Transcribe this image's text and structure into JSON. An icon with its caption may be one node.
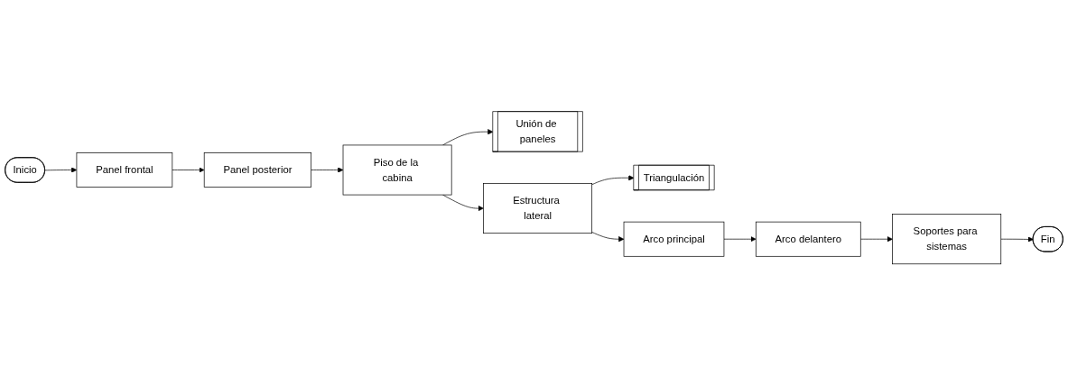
{
  "diagram": {
    "nodes": [
      {
        "text": [
          "Inicio"
        ]
      },
      {
        "text": [
          "Panel frontal"
        ]
      },
      {
        "text": [
          "Panel posterior"
        ]
      },
      {
        "text": [
          "Piso de la cabina"
        ]
      },
      {
        "text": [
          "Unión de paneles"
        ]
      },
      {
        "text": [
          "Estructura lateral"
        ]
      },
      {
        "text": [
          "Triangulación"
        ]
      },
      {
        "text": [
          "Arco principal"
        ]
      },
      {
        "text": [
          "Arco delantero"
        ]
      },
      {
        "text": [
          "Soportes para sistemas"
        ]
      },
      {
        "text": [
          "Fin"
        ]
      }
    ],
    "edges": [
      {
        "from": 0,
        "to": 1,
        "arrow": "to"
      },
      {
        "from": 1,
        "to": 2,
        "arrow": "to"
      },
      {
        "from": 2,
        "to": 3,
        "arrow": "to"
      },
      {
        "from": 3,
        "to": 4,
        "arrow": "to"
      },
      {
        "from": 3,
        "to": 5,
        "arrow": "to"
      },
      {
        "from": 5,
        "to": 6,
        "arrow": "to"
      },
      {
        "from": 5,
        "to": 7,
        "arrow": "to"
      },
      {
        "from": 7,
        "to": 8,
        "arrow": "to"
      },
      {
        "from": 8,
        "to": 9,
        "arrow": "to"
      },
      {
        "from": 9,
        "to": 10,
        "arrow": "to"
      }
    ]
  }
}
